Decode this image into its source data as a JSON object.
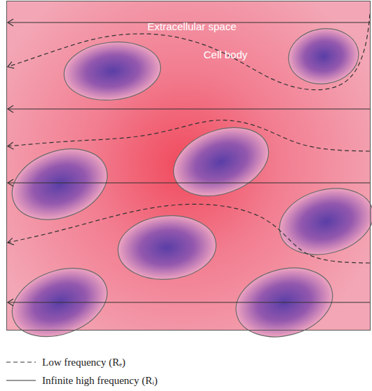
{
  "diagram": {
    "nodes": [
      {
        "text": [
          "Extracellular space"
        ]
      },
      {
        "text": [
          "Cell body"
        ],
        "in": 0
      }
    ],
    "legend": [
      {
        "text": "Low frequency (Rₑ)"
      },
      {
        "text": "Infinite high frequency (Rᵢ)"
      }
    ]
  }
}
